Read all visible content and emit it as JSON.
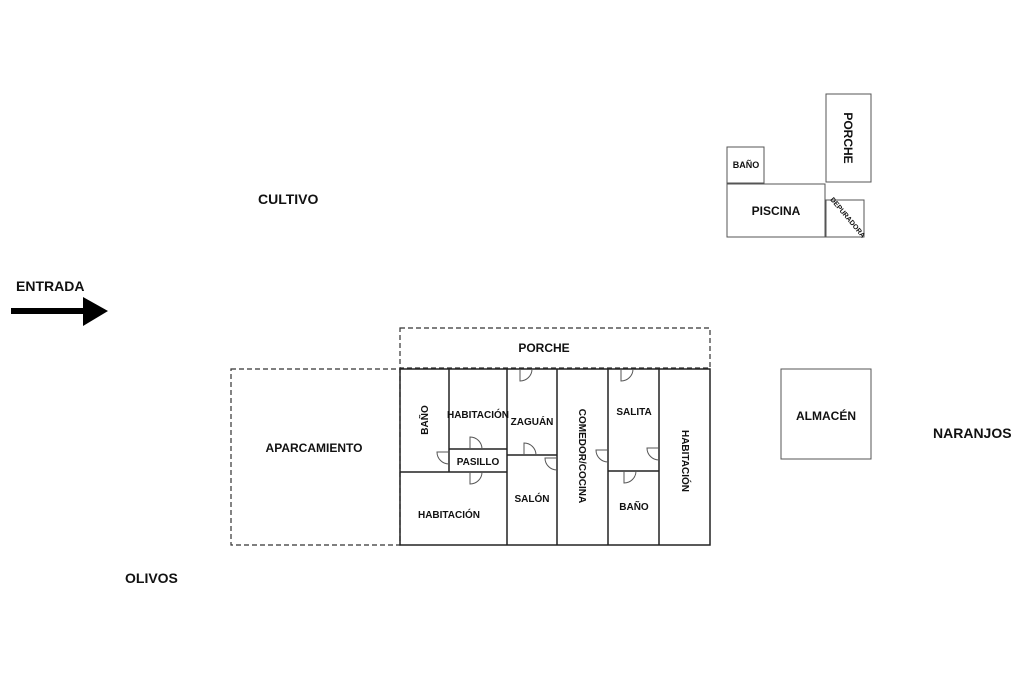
{
  "zones": {
    "entrance": "ENTRADA",
    "cultivation": "CULTIVO",
    "olives": "OLIVOS",
    "oranges": "NARANJOS"
  },
  "house": {
    "porch": "PORCHE",
    "parking": "APARCAMIENTO",
    "rooms": {
      "bath_left": "BAÑO",
      "bedroom_top": "HABITACIÓN",
      "hallway": "PASILLO",
      "bedroom_bottom": "HABITACIÓN",
      "entry_hall": "ZAGUÁN",
      "living": "SALÓN",
      "dining_kitchen": "COMEDOR/COCINA",
      "sitting_room": "SALITA",
      "bath_right": "BAÑO",
      "bedroom_right": "HABITACIÓN"
    }
  },
  "warehouse": "ALMACÉN",
  "pool_area": {
    "bath": "BAÑO",
    "pool": "PISCINA",
    "porch": "PORCHE",
    "purifier": "DEPURADORA"
  }
}
